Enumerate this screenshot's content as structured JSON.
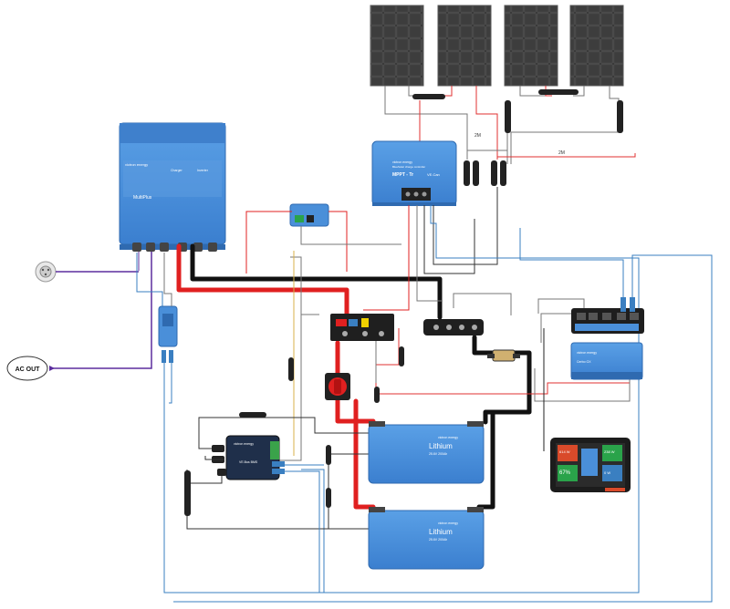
{
  "diagram": {
    "inverter": {
      "brand": "victron energy",
      "model": "MultiPlus",
      "charger_label": "Charger",
      "inverter_label": "Inverter"
    },
    "mppt": {
      "brand": "victron energy",
      "title": "BlueSolar charge controller",
      "model": "MPPT - Tr",
      "variant": "VE.Can"
    },
    "ac_out": {
      "label": "AC OUT"
    },
    "cable_labels": {
      "solar_left": "2M",
      "solar_right": "2M"
    },
    "battery_top": {
      "brand": "victron energy",
      "title": "Lithium",
      "subtitle": "25.6V 200Ah"
    },
    "battery_bottom": {
      "brand": "victron energy",
      "title": "Lithium",
      "subtitle": "25.6V 200Ah"
    },
    "bms": {
      "brand": "victron energy",
      "model": "VE.Bus BMS"
    },
    "cerbo": {
      "brand": "victron energy",
      "model": "Cerbo GX"
    },
    "gx_touch": {
      "tiles": [
        "614 W",
        "238 W",
        "67%",
        "0 W"
      ]
    },
    "colors": {
      "victron_blue": "#4a8fd9",
      "panel_dark": "#2b2b2b",
      "positive_cable": "#e02020",
      "negative_cable": "#111111",
      "signal_blue": "#3a7fc1",
      "ac_purple": "#5b2d9e"
    }
  }
}
